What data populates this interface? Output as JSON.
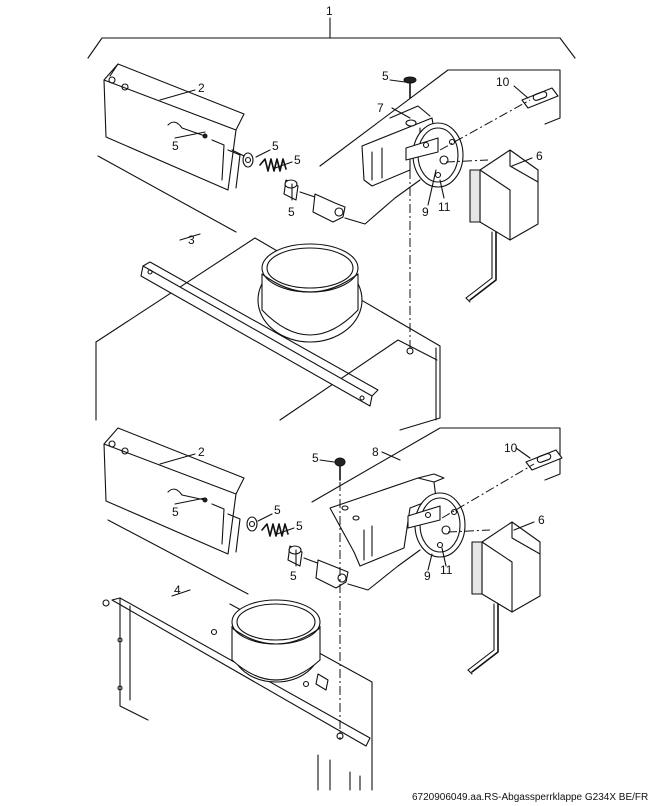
{
  "labels": {
    "assembly": "1",
    "flap": "2",
    "base_top": "3",
    "base_bottom": "4",
    "screw": "5",
    "motor": "6",
    "bracket_top": "7",
    "bracket_bottom": "8",
    "disc": "9",
    "cover": "10",
    "pin": "11"
  },
  "caption": "6720906049.aa.RS-Abgassperrklappe G234X BE/FR"
}
